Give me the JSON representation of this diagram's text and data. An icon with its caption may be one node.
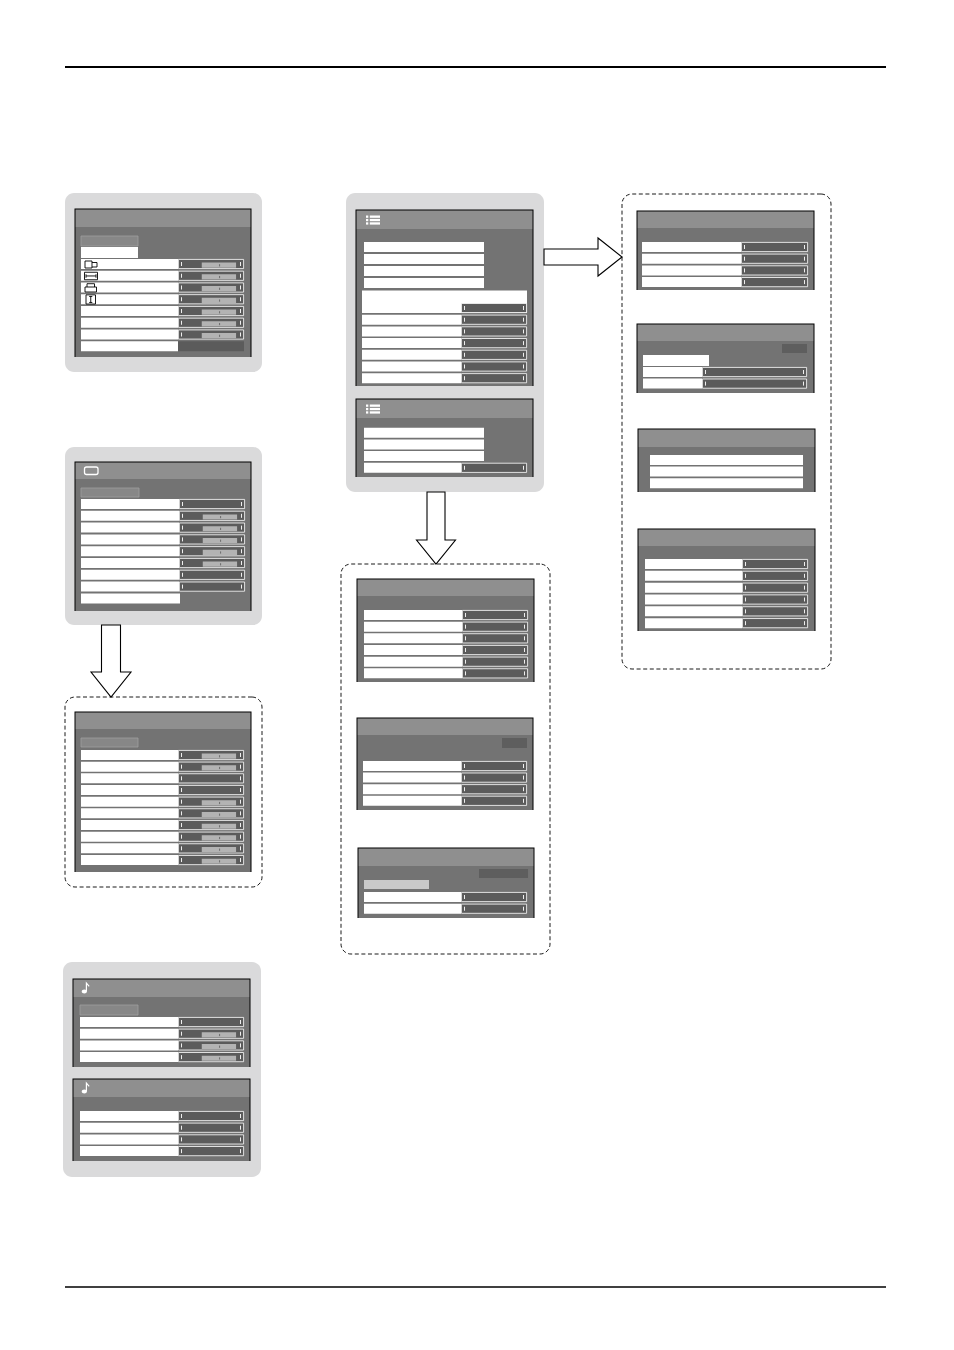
{
  "diagram": {
    "nodes": [
      {
        "text": [],
        "shape": "box"
      },
      {
        "text": [],
        "shape": "picture",
        "in": 0
      },
      {
        "text": [],
        "shape": "box"
      },
      {
        "text": [],
        "shape": "picture",
        "in": 2
      },
      {
        "text": [],
        "shape": "box"
      },
      {
        "text": [],
        "shape": "picture",
        "in": 4
      },
      {
        "text": [],
        "shape": "box"
      },
      {
        "text": [],
        "shape": "picture",
        "in": 6
      },
      {
        "text": [],
        "shape": "picture",
        "in": 6
      },
      {
        "text": [],
        "shape": "box"
      },
      {
        "text": [],
        "shape": "picture",
        "in": 9
      },
      {
        "text": [],
        "shape": "picture",
        "in": 9
      },
      {
        "text": [],
        "shape": "box"
      },
      {
        "text": [],
        "shape": "picture",
        "in": 12
      },
      {
        "text": [],
        "shape": "picture",
        "in": 12
      },
      {
        "text": [],
        "shape": "picture",
        "in": 12
      },
      {
        "text": [],
        "shape": "box"
      },
      {
        "text": [],
        "shape": "picture",
        "in": 16
      },
      {
        "text": [],
        "shape": "picture",
        "in": 16
      },
      {
        "text": [],
        "shape": "picture",
        "in": 16
      },
      {
        "text": [],
        "shape": "picture",
        "in": 16
      }
    ],
    "edges": [
      {
        "from": 2,
        "to": 4,
        "arrow": "to"
      },
      {
        "from": 9,
        "to": 12,
        "arrow": "to"
      },
      {
        "from": 9,
        "to": 16,
        "arrow": "to"
      }
    ]
  }
}
